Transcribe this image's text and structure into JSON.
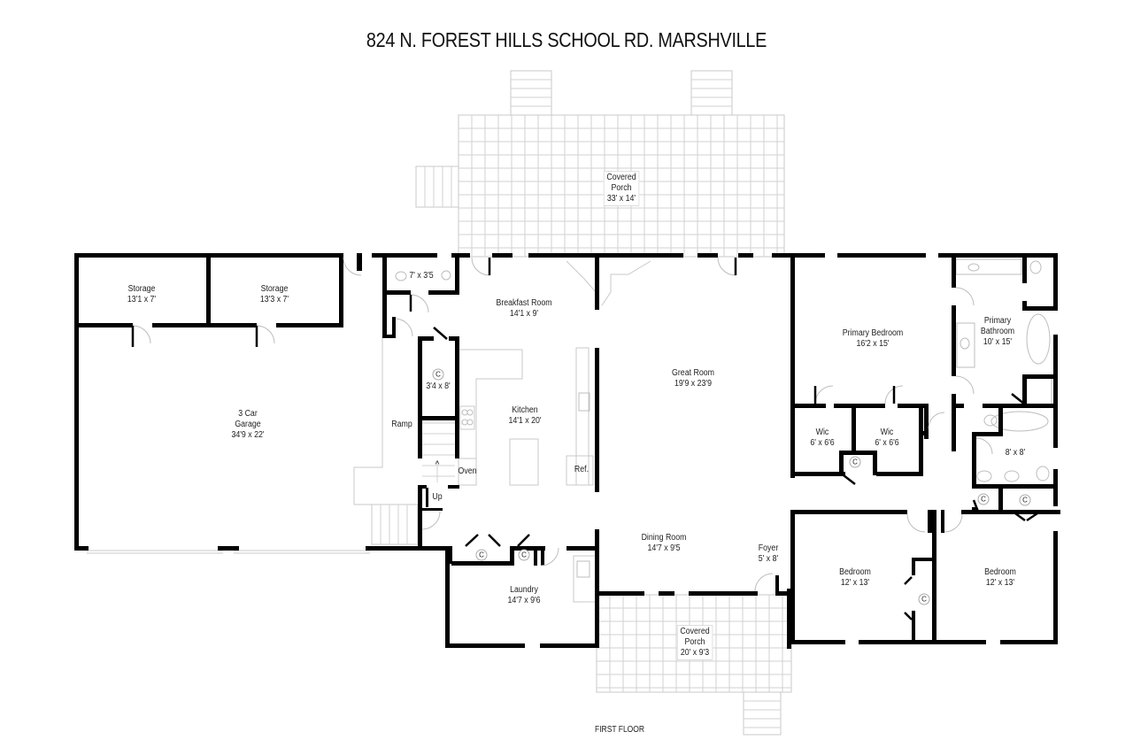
{
  "header": {
    "title": "824 N. FOREST HILLS SCHOOL RD. MARSHVILLE"
  },
  "footer": {
    "floor_label": "FIRST FLOOR"
  },
  "rooms": {
    "covered_porch_rear": {
      "name": "Covered\nPorch",
      "line1": "Covered",
      "line2": "Porch",
      "dims": "33' x 14'"
    },
    "storage_1": {
      "name": "Storage",
      "dims": "13'1 x 7'"
    },
    "storage_2": {
      "name": "Storage",
      "dims": "13'3 x 7'"
    },
    "half_bath": {
      "dims": "7' x 3'5"
    },
    "breakfast_room": {
      "name": "Breakfast Room",
      "dims": "14'1 x 9'"
    },
    "great_room": {
      "name": "Great Room",
      "dims": "19'9 x 23'9"
    },
    "primary_bedroom": {
      "name": "Primary Bedroom",
      "dims": "16'2 x 15'"
    },
    "primary_bathroom": {
      "line1": "Primary",
      "line2": "Bathroom",
      "dims": "10' x 15'"
    },
    "garage": {
      "line1": "3 Car",
      "line2": "Garage",
      "dims": "34'9 x 22'"
    },
    "pantry_closet": {
      "badge": "C",
      "dims": "3'4 x 8'"
    },
    "ramp": {
      "name": "Ramp"
    },
    "kitchen": {
      "name": "Kitchen",
      "dims": "14'1 x 20'"
    },
    "oven": {
      "name": "Oven"
    },
    "refrigerator": {
      "name": "Ref."
    },
    "stairs": {
      "name": "Up"
    },
    "wic_1": {
      "name": "Wic",
      "dims": "6' x 6'6"
    },
    "wic_2": {
      "name": "Wic",
      "dims": "6' x 6'6"
    },
    "hall_bath": {
      "dims": "8' x 8'"
    },
    "dining_room": {
      "name": "Dining Room",
      "dims": "14'7 x 9'5"
    },
    "foyer": {
      "name": "Foyer",
      "dims": "5' x 8'"
    },
    "laundry": {
      "name": "Laundry",
      "dims": "14'7 x 9'6"
    },
    "bedroom_1": {
      "name": "Bedroom",
      "dims": "12' x 13'"
    },
    "bedroom_2": {
      "name": "Bedroom",
      "dims": "12' x 13'"
    },
    "covered_porch_front": {
      "line1": "Covered",
      "line2": "Porch",
      "dims": "20' x 9'3"
    }
  },
  "closets": {
    "badge": "C"
  }
}
